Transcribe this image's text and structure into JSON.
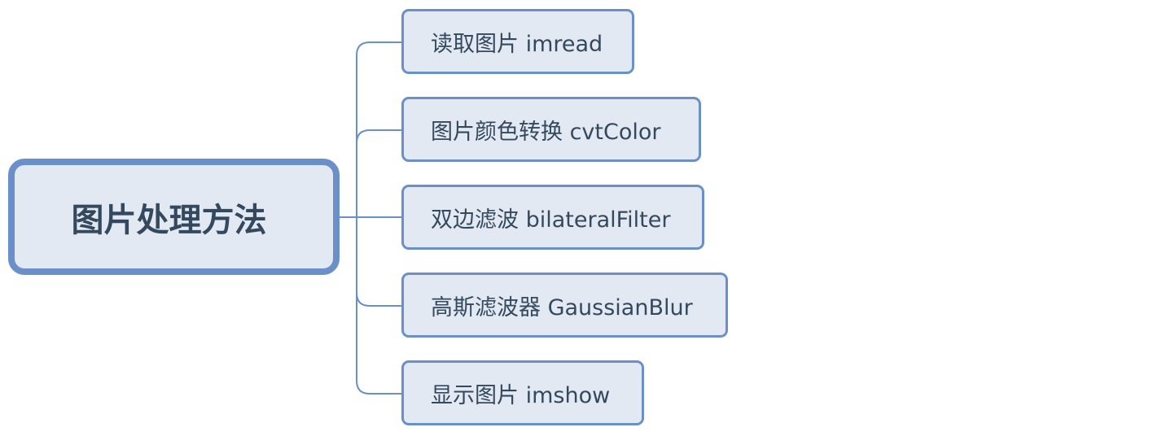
{
  "mindmap": {
    "root": {
      "label": "图片处理方法"
    },
    "children": [
      {
        "label": "读取图片 imread"
      },
      {
        "label": "图片颜色转换 cvtColor"
      },
      {
        "label": "双边滤波 bilateralFilter"
      },
      {
        "label": "高斯滤波器 GaussianBlur"
      },
      {
        "label": "显示图片 imshow"
      }
    ]
  },
  "colors": {
    "node_fill": "#e3e9f2",
    "node_border": "#6a8fc9",
    "connector": "#6a8fc9",
    "text": "#34495e"
  }
}
